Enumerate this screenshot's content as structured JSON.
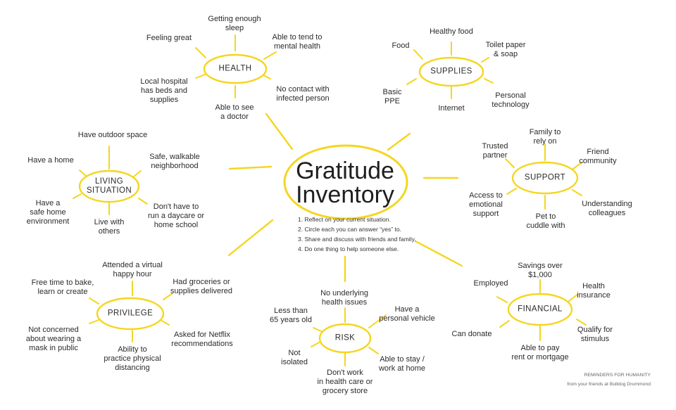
{
  "title": {
    "line1": "Gratitude",
    "line2": "Inventory"
  },
  "instructions": [
    "1. Reflect on your current situation.",
    "2. Circle each you can answer “yes” to.",
    "3. Share and discuss with friends and family.",
    "4. Do one thing to help someone else."
  ],
  "credit": {
    "line1": "REMINDERS FOR HUMANITY",
    "line2": "from your friends at Bulldog Drummond"
  },
  "accent_color": "#f4d61f",
  "hubs": [
    {
      "id": "health",
      "label": "HEALTH",
      "items": [
        "Feeling great",
        "Getting enough\nsleep",
        "Able to tend to\nmental health",
        "No contact with\ninfected person",
        "Able to see\na doctor",
        "Local hospital\nhas beds and\nsupplies"
      ]
    },
    {
      "id": "supplies",
      "label": "SUPPLIES",
      "items": [
        "Food",
        "Healthy food",
        "Toilet paper\n& soap",
        "Personal\ntechnology",
        "Internet",
        "Basic\nPPE"
      ]
    },
    {
      "id": "support",
      "label": "SUPPORT",
      "items": [
        "Trusted\npartner",
        "Family to\nrely on",
        "Friend\ncommunity",
        "Understanding\ncolleagues",
        "Pet to\ncuddle with",
        "Access to\nemotional\nsupport"
      ]
    },
    {
      "id": "living",
      "label": "LIVING\nSITUATION",
      "items": [
        "Have outdoor space",
        "Safe, walkable\nneighborhood",
        "Don't have to\nrun a daycare or\nhome school",
        "Live with\nothers",
        "Have a\nsafe home\nenvironment",
        "Have a home"
      ]
    },
    {
      "id": "privilege",
      "label": "PRIVILEGE",
      "items": [
        "Attended a virtual\nhappy hour",
        "Had groceries or\nsupplies delivered",
        "Asked for Netflix\nrecommendations",
        "Ability to\npractice physical\ndistancing",
        "Not concerned\nabout wearing a\nmask in public",
        "Free time to bake,\nlearn or create"
      ]
    },
    {
      "id": "risk",
      "label": "RISK",
      "items": [
        "No underlying\nhealth issues",
        "Have a\npersonal vehicle",
        "Able to stay /\nwork at home",
        "Don't work\nin health care or\ngrocery store",
        "Not\nisolated",
        "Less than\n65 years old"
      ]
    },
    {
      "id": "financial",
      "label": "FINANCIAL",
      "items": [
        "Savings over\n$1,000",
        "Health\ninsurance",
        "Qualify for\nstimulus",
        "Able to pay\nrent or mortgage",
        "Can donate",
        "Employed"
      ]
    }
  ]
}
